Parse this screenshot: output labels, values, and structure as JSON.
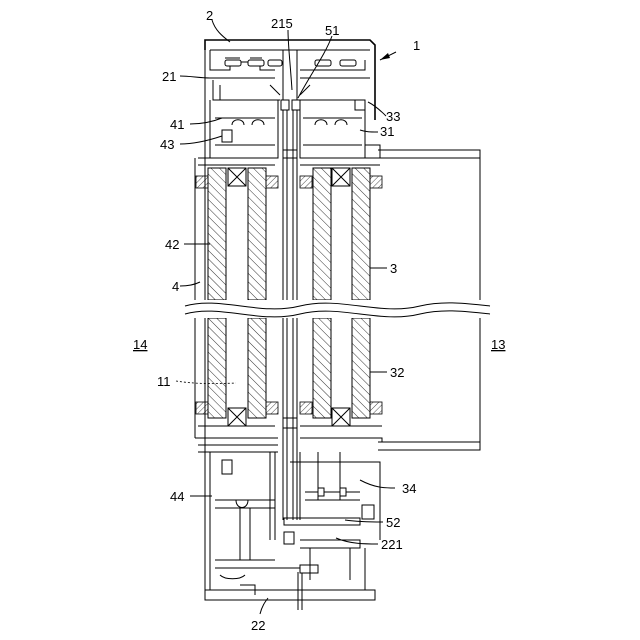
{
  "labels": {
    "l1": "1",
    "l2": "2",
    "l215": "215",
    "l51": "51",
    "l21": "21",
    "l33": "33",
    "l41": "41",
    "l31": "31",
    "l43": "43",
    "l42": "42",
    "l3": "3",
    "l4": "4",
    "l14": "14",
    "l13": "13",
    "l11": "11",
    "l32": "32",
    "l34": "34",
    "l44": "44",
    "l52": "52",
    "l221": "221",
    "l22": "22"
  }
}
